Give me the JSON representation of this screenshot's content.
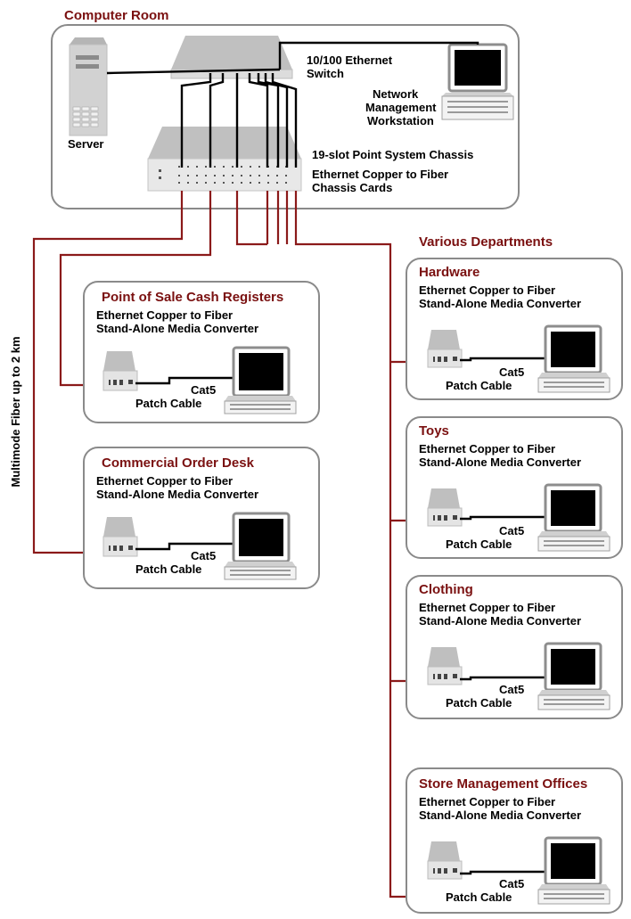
{
  "computer_room": {
    "title": "Computer Room",
    "server_label": "Server",
    "switch_label_1": "10/100 Ethernet",
    "switch_label_2": "Switch",
    "nms_label_1": "Network",
    "nms_label_2": "Management",
    "nms_label_3": "Workstation",
    "chassis_label": "19-slot Point System Chassis",
    "cards_label_1": "Ethernet Copper to Fiber",
    "cards_label_2": "Chassis Cards"
  },
  "fiber_label": "Multimode Fiber up to 2 km",
  "departments_title": "Various Departments",
  "converter_line_1": "Ethernet Copper to Fiber",
  "converter_line_2": "Stand-Alone Media Converter",
  "cable_line_1": "Cat5",
  "cable_line_2": "Patch Cable",
  "sites": [
    {
      "title": "Point of Sale Cash Registers"
    },
    {
      "title": "Commercial Order Desk"
    },
    {
      "title": "Hardware"
    },
    {
      "title": "Toys"
    },
    {
      "title": "Clothing"
    },
    {
      "title": "Store Management Offices"
    }
  ],
  "colors": {
    "title_red": "#7a1010",
    "fiber": "#8b1a1a",
    "box_border": "#8a8a8a",
    "device_gray": "#bfbfbf"
  }
}
